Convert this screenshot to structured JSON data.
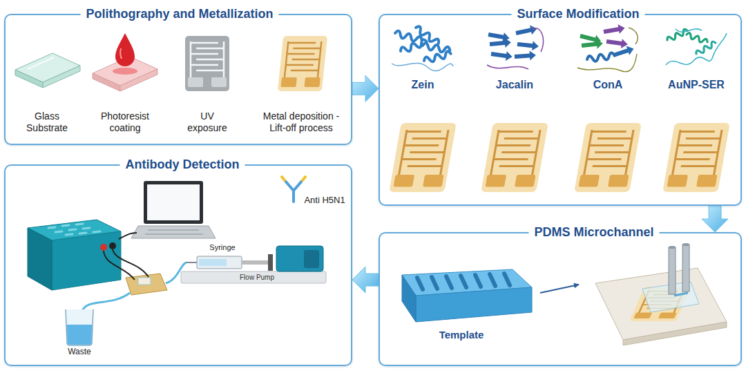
{
  "diagram": {
    "nodes": [
      {
        "text": [
          "Polithography and Metallization"
        ]
      },
      {
        "text": [
          "Surface Modification"
        ]
      },
      {
        "text": [
          "Antibody Detection"
        ]
      },
      {
        "text": [
          "PDMS Microchannel"
        ]
      }
    ],
    "edges": [
      {
        "from": 0,
        "to": 1,
        "arrow": "to"
      },
      {
        "from": 1,
        "to": 3,
        "arrow": "to"
      },
      {
        "from": 3,
        "to": 2,
        "arrow": "to"
      }
    ],
    "labels": [
      "Glass Substrate",
      "Photoresist coating",
      "UV exposure",
      "Metal deposition - Lift-off process",
      "Zein",
      "Jacalin",
      "ConA",
      "AuNP-SER",
      "Anti H5N1",
      "Syringe",
      "Flow Pump",
      "Waste",
      "Template"
    ]
  }
}
